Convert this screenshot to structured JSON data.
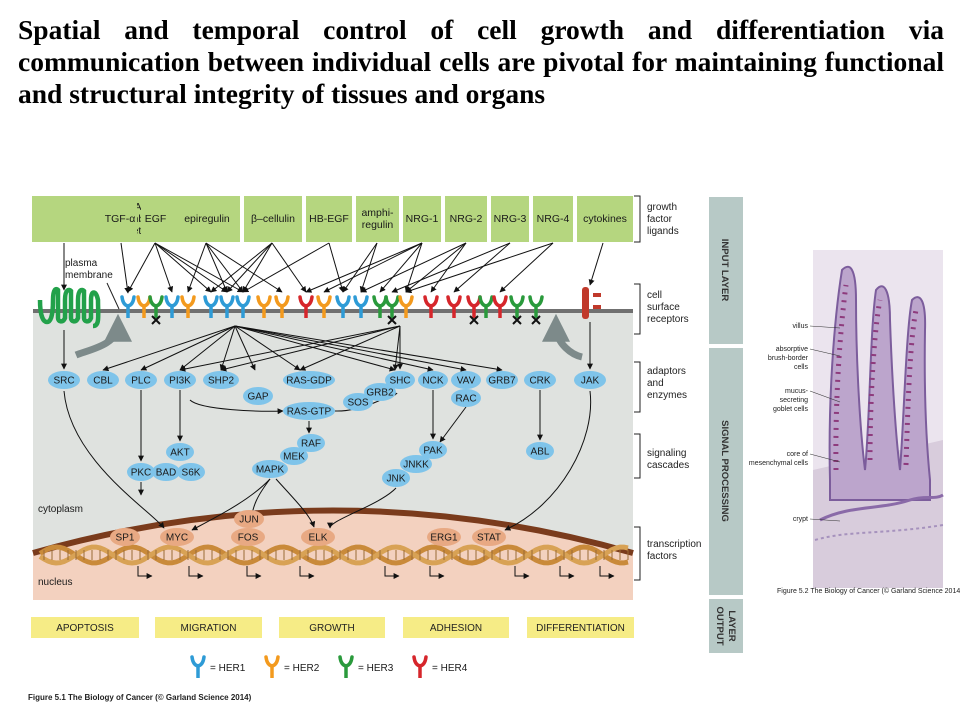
{
  "title": "Spatial and temporal control of cell growth and differentiation via communication between individual cells are pivotal for maintaining functional and structural integrity of tissues and organs",
  "ligands": [
    {
      "line1": "LPA",
      "line2": "thrombin",
      "line3": "ET, etc."
    },
    {
      "line1": "TGF-α"
    },
    {
      "line1": "EGF"
    },
    {
      "line1": "epiregulin"
    },
    {
      "line1": "β–cellulin"
    },
    {
      "line1": "HB-EGF"
    },
    {
      "line1": "amphi-",
      "line2": "regulin"
    },
    {
      "line1": "NRG-1"
    },
    {
      "line1": "NRG-2"
    },
    {
      "line1": "NRG-3"
    },
    {
      "line1": "NRG-4"
    },
    {
      "line1": "cytokines"
    }
  ],
  "side_labels": {
    "growth": [
      "growth",
      "factor",
      "ligands"
    ],
    "receptors": [
      "cell",
      "surface",
      "receptors"
    ],
    "adaptors": [
      "adaptors",
      "and",
      "enzymes"
    ],
    "signaling": [
      "signaling",
      "cascades"
    ],
    "transcription": [
      "transcription",
      "factors"
    ]
  },
  "region_labels": {
    "plasma_membrane": [
      "plasma",
      "membrane"
    ],
    "cytoplasm": "cytoplasm",
    "nucleus": "nucleus"
  },
  "adaptors": [
    "SRC",
    "CBL",
    "PLC",
    "PI3K",
    "SHP2",
    "RAS-GDP",
    "SHC",
    "NCK",
    "VAV",
    "GRB7",
    "CRK",
    "JAK"
  ],
  "middle_nodes": [
    "GAP",
    "SOS",
    "GRB2",
    "RAS-GTP",
    "RAC"
  ],
  "cascade_nodes": [
    "AKT",
    "PKC",
    "BAD",
    "S6K",
    "RAF",
    "MEK",
    "MAPK",
    "PAK",
    "JNKK",
    "JNK",
    "ABL"
  ],
  "tf_nodes": [
    "SP1",
    "MYC",
    "FOS",
    "JUN",
    "ELK",
    "ERG1",
    "STAT"
  ],
  "outputs": [
    "APOPTOSIS",
    "MIGRATION",
    "GROWTH",
    "ADHESION",
    "DIFFERENTIATION"
  ],
  "legend": [
    {
      "label": "= HER1",
      "color": "#2e9bd6"
    },
    {
      "label": "= HER2",
      "color": "#f39a1e"
    },
    {
      "label": "= HER3",
      "color": "#2a9a3c"
    },
    {
      "label": "= HER4",
      "color": "#d6262b"
    }
  ],
  "layers": {
    "input": "INPUT LAYER",
    "signal": "SIGNAL PROCESSING",
    "output": [
      "OUTPUT",
      "LAYER"
    ]
  },
  "figure_caption": "Figure 5.1  The Biology of Cancer (© Garland Science 2014)",
  "micrograph_caption": "Figure 5.2 The Biology of Cancer (© Garland Science 2014)",
  "micro_labels": {
    "villus": "villus",
    "absorptive": [
      "absorptive",
      "brush-border",
      "cells"
    ],
    "mucus": [
      "mucus-",
      "secreting",
      "goblet cells"
    ],
    "core": [
      "core of",
      "mesenchymal cells"
    ],
    "crypt": "crypt"
  },
  "colors": {
    "ligand_box": "#b5d67f",
    "node": "#7fc4ea",
    "tf_node": "#e8a983",
    "output_box": "#f6ec86",
    "cytoplasm": "#dfe2df",
    "nucleus": "#f3d1bf",
    "layer_panel": "#b7c9c6",
    "membrane_receptor": "#22a14a"
  }
}
